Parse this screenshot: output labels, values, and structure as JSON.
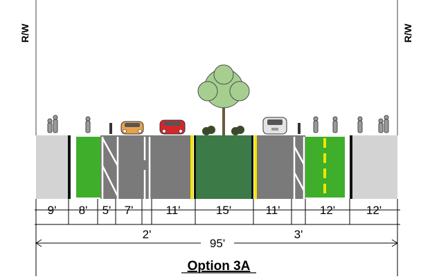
{
  "right_of_way": {
    "left_label": "R/W",
    "right_label": "R/W"
  },
  "segments": [
    {
      "label": "9'",
      "kind": "sidewalk",
      "color": "#d3d3d3"
    },
    {
      "label": "8'",
      "kind": "bike-lane",
      "color": "#3fae2a"
    },
    {
      "label": "5'",
      "kind": "buffer",
      "color": "#7a7a7a"
    },
    {
      "label": "7'",
      "kind": "parking",
      "color": "#7a7a7a"
    },
    {
      "label": "11'",
      "kind": "travel-lane",
      "color": "#7a7a7a"
    },
    {
      "label": "15'",
      "kind": "median",
      "color": "#3c7a47"
    },
    {
      "label": "11'",
      "kind": "travel-lane",
      "color": "#7a7a7a"
    },
    {
      "label": "12'",
      "kind": "bike-lane",
      "color": "#3fae2a"
    },
    {
      "label": "12'",
      "kind": "sidewalk",
      "color": "#d3d3d3"
    }
  ],
  "sub_dimensions": {
    "left": "2'",
    "right": "3'"
  },
  "total_width": "95'",
  "option_title": "Option 3A",
  "colors": {
    "sidewalk": "#d3d3d3",
    "asphalt": "#7a7a7a",
    "bike_lane": "#3fae2a",
    "median": "#3c7a47",
    "curb_line": "#111111",
    "center_stripe": "#f4e500",
    "tree_canopy": "#a6cf8f",
    "tree_trunk": "#6b5a3a"
  }
}
